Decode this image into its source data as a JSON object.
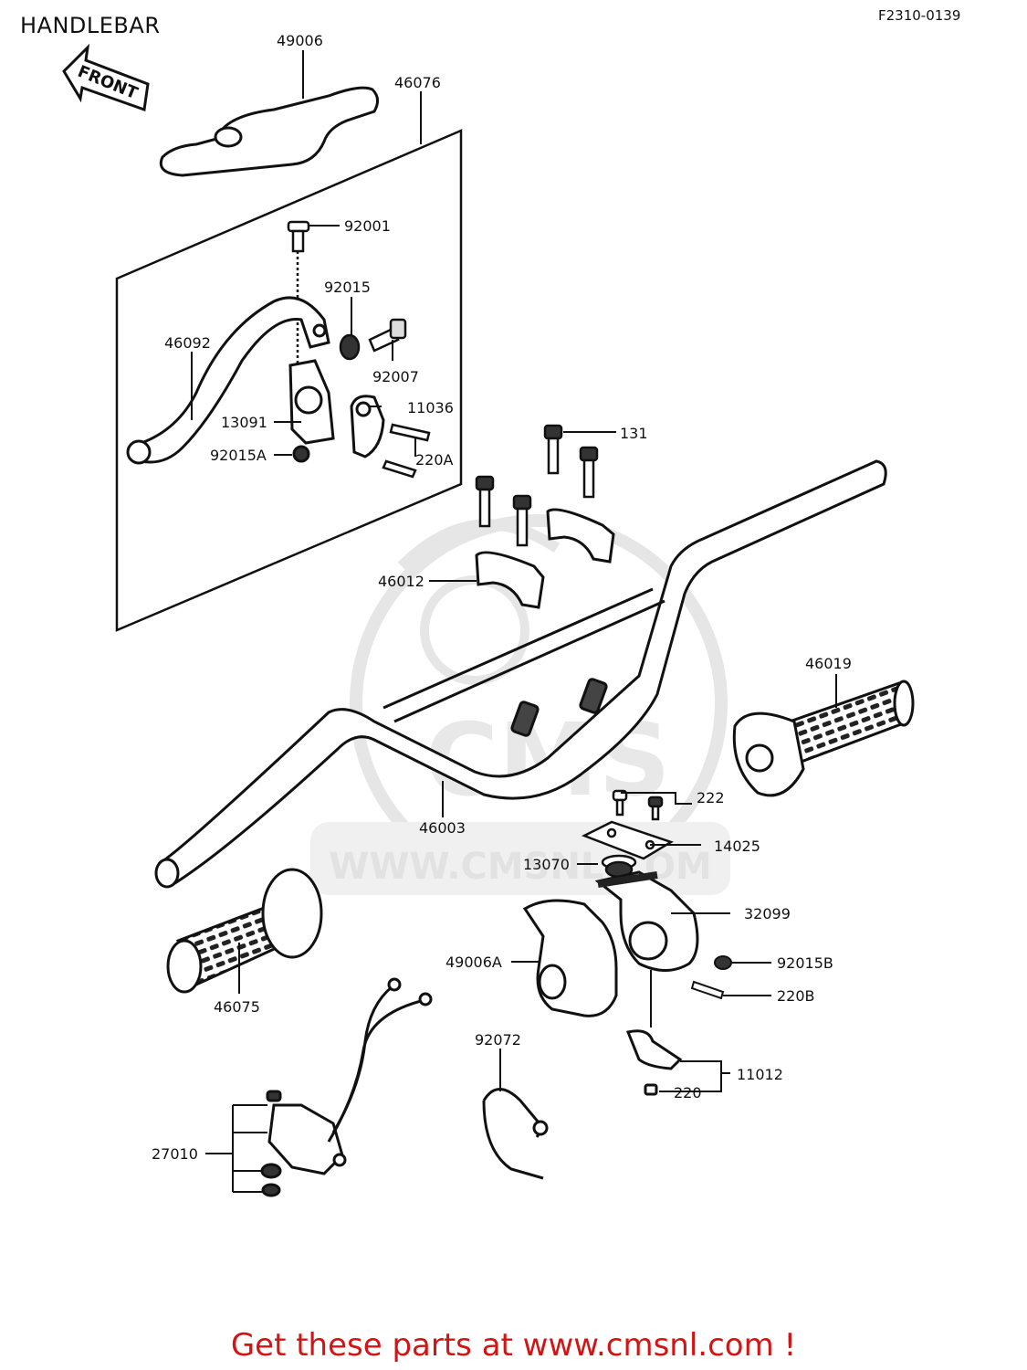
{
  "header": {
    "title": "HANDLEBAR",
    "figure_code": "F2310-0139"
  },
  "front_arrow": {
    "label": "FRONT"
  },
  "watermark": {
    "brand": "CMS",
    "url": "WWW.CMSNL.COM"
  },
  "labels": {
    "p49006": "49006",
    "p46076": "46076",
    "p92001": "92001",
    "p92015": "92015",
    "p46092": "46092",
    "p92007": "92007",
    "p11036": "11036",
    "p13091": "13091",
    "p92015A": "92015A",
    "p220A": "220A",
    "p131": "131",
    "p46012": "46012",
    "p46019": "46019",
    "p46003": "46003",
    "p222": "222",
    "p14025": "14025",
    "p13070": "13070",
    "p32099": "32099",
    "p49006A": "49006A",
    "p92015B": "92015B",
    "p220B": "220B",
    "p46075": "46075",
    "p92072": "92072",
    "p11012": "11012",
    "p220": "220",
    "p27010": "27010"
  },
  "footer": {
    "text": "Get these parts at www.cmsnl.com !"
  },
  "colors": {
    "ink": "#111111",
    "footer": "#d41414",
    "watermark": "#e2e2e2"
  }
}
